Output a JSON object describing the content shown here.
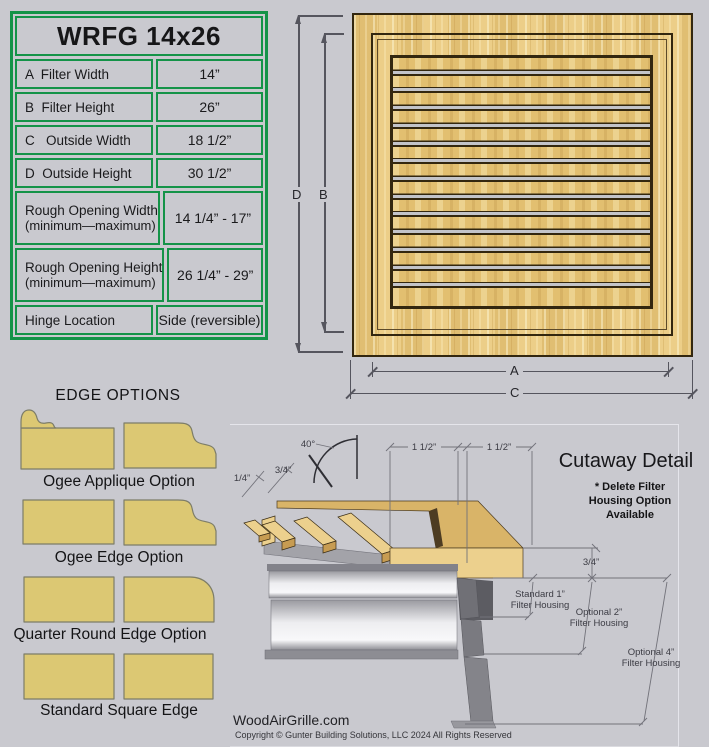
{
  "page": {
    "background": "#c9c9cf"
  },
  "spec_table": {
    "title": "WRFG 14x26",
    "border_color": "#149348",
    "rows": [
      {
        "label": "A  Filter Width",
        "value": "14”"
      },
      {
        "label": "B  Filter Height",
        "value": "26”"
      },
      {
        "label": "C   Outside Width",
        "value": "18 1/2”"
      },
      {
        "label": "D  Outside Height",
        "value": "30 1/2”"
      },
      {
        "label": "Rough Opening Width",
        "label2": "(minimum—maximum)",
        "value": "14 1/4” - 17”"
      },
      {
        "label": "Rough Opening Height",
        "label2": "(minimum—maximum)",
        "value": "26 1/4” - 29”"
      },
      {
        "label": "Hinge Location",
        "value": "Side (reversible)"
      }
    ]
  },
  "grille_diagram": {
    "louver_count": 14,
    "wood_color": "#e9c87c",
    "outline_color": "#33270f",
    "labels": {
      "outside_height": "D",
      "filter_height": "B",
      "filter_width": "A",
      "outside_width": "C"
    }
  },
  "edge_options": {
    "title": "EDGE OPTIONS",
    "shape_fill": "#dcc873",
    "options": [
      {
        "label": "Ogee Applique Option"
      },
      {
        "label": "Ogee Edge Option"
      },
      {
        "label": "Quarter Round Edge Option"
      },
      {
        "label": "Standard Square Edge"
      }
    ]
  },
  "cutaway": {
    "title": "Cutaway Detail",
    "note_line1": "* Delete Filter",
    "note_line2": "Housing Option",
    "note_line3": "Available",
    "dims": {
      "louver_angle": "40°",
      "louver_thickness": "3/4”",
      "louver_spacing": "1/4”",
      "slat_pitch_left": "1 1/2”",
      "slat_pitch_right": "1 1/2”",
      "frame_thickness": "3/4”"
    },
    "housings": [
      {
        "line1": "Standard 1”",
        "line2": "Filter Housing"
      },
      {
        "line1": "Optional 2”",
        "line2": "Filter Housing"
      },
      {
        "line1": "Optional 4”",
        "line2": "Filter Housing"
      }
    ]
  },
  "footer": {
    "website": "WoodAirGrille.com",
    "copyright": "Copyright © Gunter Building Solutions, LLC 2024 All Rights Reserved"
  }
}
